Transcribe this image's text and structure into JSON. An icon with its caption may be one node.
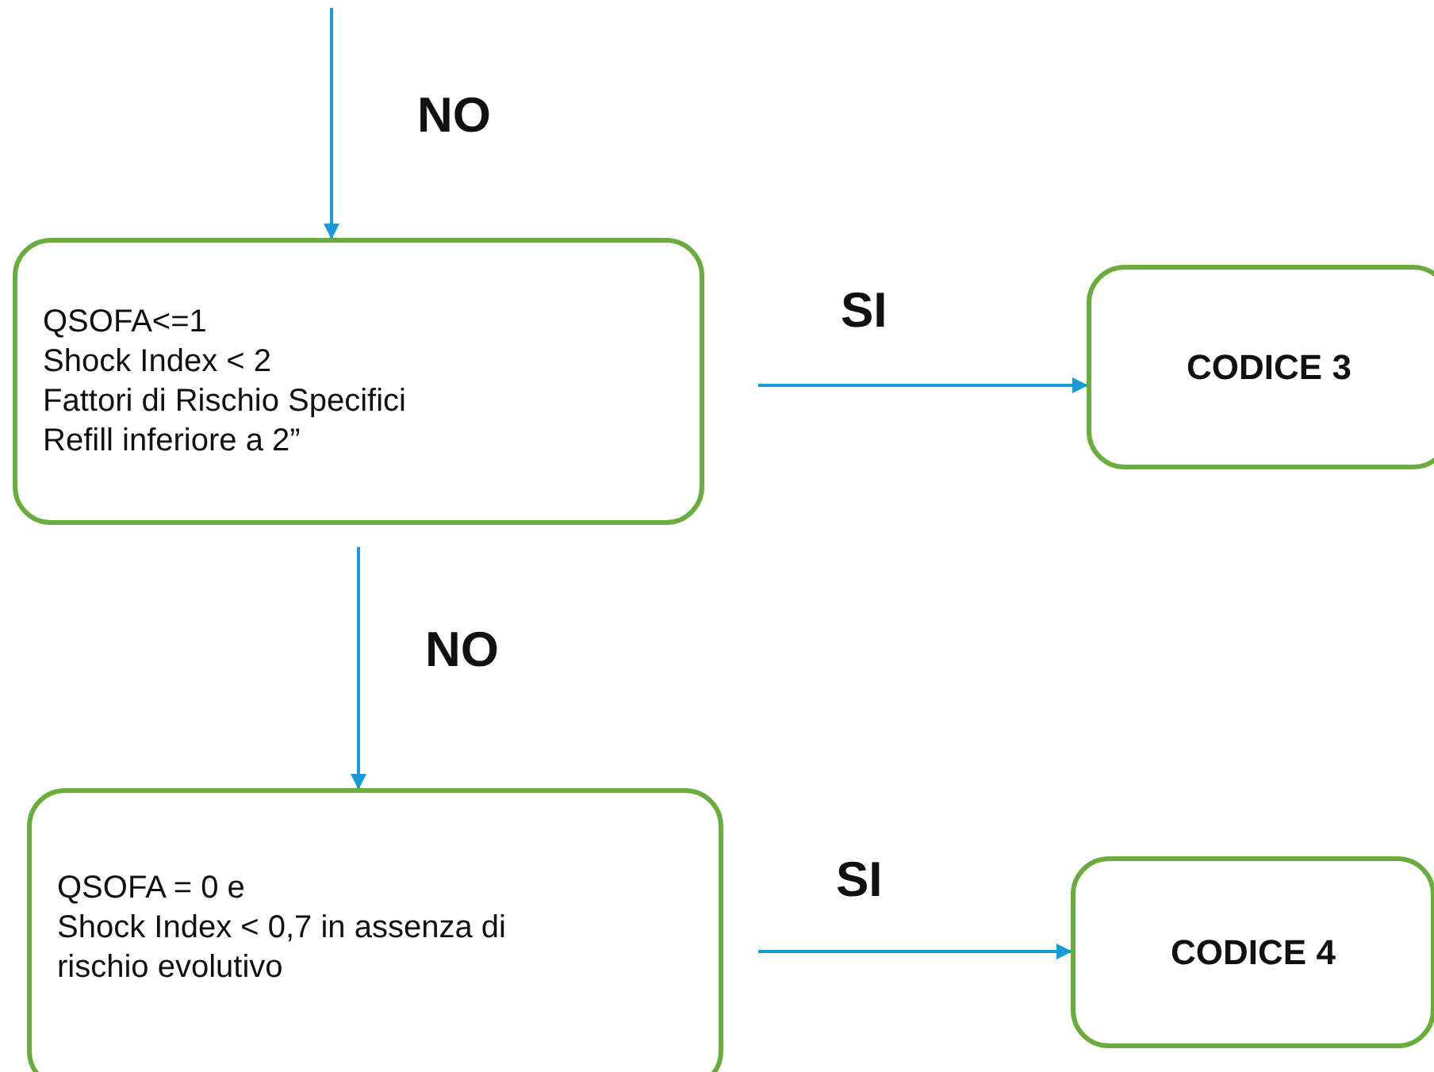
{
  "diagram": {
    "nodes": [
      {
        "text": [
          "QSOFA<=1",
          "Shock Index < 2",
          "Fattori di Rischio Specifici",
          "Refill inferiore a 2”"
        ]
      },
      {
        "text": [
          "CODICE 3"
        ]
      },
      {
        "text": [
          "QSOFA = 0 e",
          "Shock Index < 0,7 in assenza di rischio evolutivo"
        ]
      },
      {
        "text": [
          "CODICE 4"
        ]
      }
    ],
    "edges": [
      {
        "from": null,
        "to": 0,
        "arrow": "to",
        "label": "NO"
      },
      {
        "from": 0,
        "to": 1,
        "arrow": "to",
        "label": "SI"
      },
      {
        "from": 0,
        "to": 2,
        "arrow": "to",
        "label": "NO"
      },
      {
        "from": 2,
        "to": 3,
        "arrow": "to",
        "label": "SI"
      }
    ]
  }
}
